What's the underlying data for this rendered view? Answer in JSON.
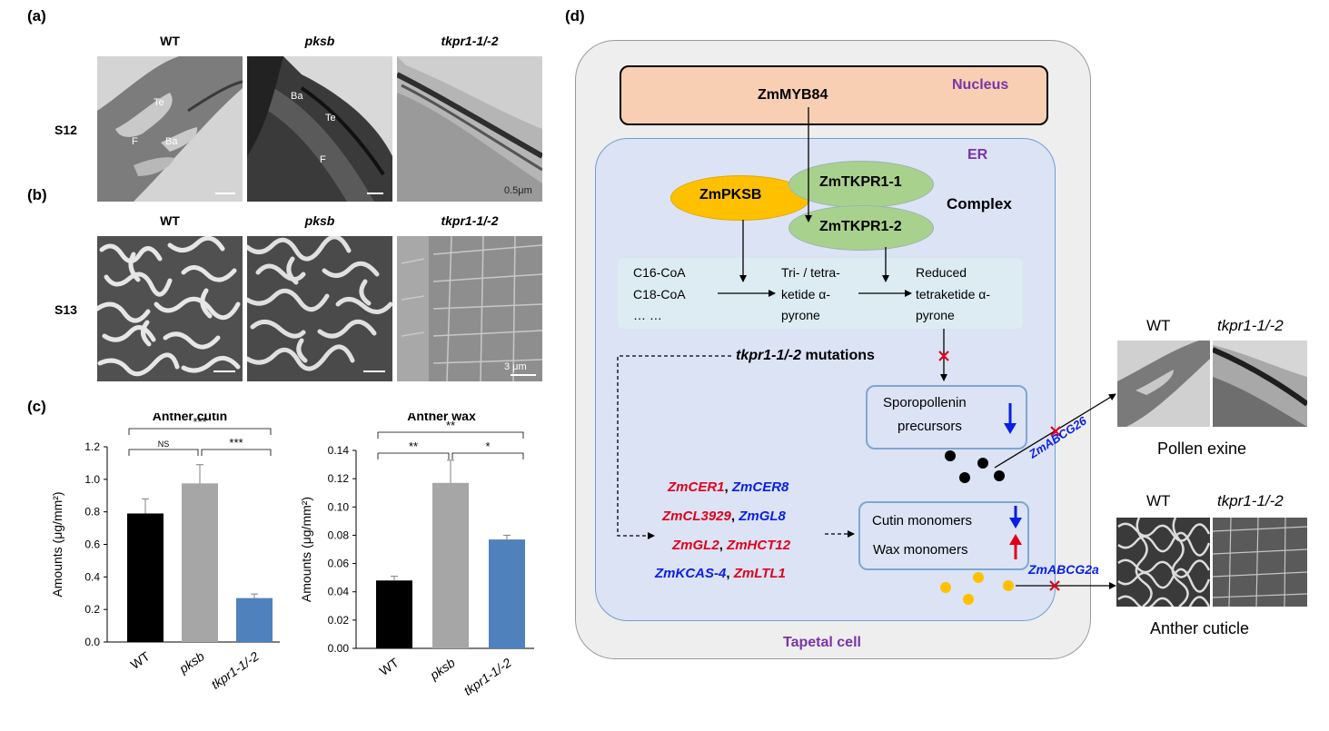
{
  "panels": {
    "a": "(a)",
    "b": "(b)",
    "c": "(c)",
    "d": "(d)"
  },
  "panel_a": {
    "columns": [
      "WT",
      "pksb",
      "tkpr1-1/-2"
    ],
    "row_label": "S12",
    "wt_tags": [
      "Te",
      "F",
      "Ba"
    ],
    "pksb_tags": [
      "Ba",
      "Te",
      "F"
    ],
    "scale": "0.5μm"
  },
  "panel_b": {
    "columns": [
      "WT",
      "pksb",
      "tkpr1-1/-2"
    ],
    "row_label": "S13",
    "scale": "3 μm"
  },
  "chart_data": [
    {
      "type": "bar",
      "title": "Anther cutin",
      "ylabel": "Amounts (μg/mm²)",
      "categories": [
        "WT",
        "pksb",
        "tkpr1-1/-2"
      ],
      "values": [
        0.79,
        0.975,
        0.27
      ],
      "errors": [
        0.09,
        0.115,
        0.025
      ],
      "colors": [
        "#000000",
        "#a6a6a6",
        "#4f81bd"
      ],
      "ylim": [
        0,
        1.2
      ],
      "yticks": [
        "0.0",
        "0.2",
        "0.4",
        "0.6",
        "0.8",
        "1.0",
        "1.2"
      ],
      "significance": [
        {
          "from": 0,
          "to": 2,
          "label": "***"
        },
        {
          "from": 0,
          "to": 1,
          "label": "NS"
        },
        {
          "from": 1,
          "to": 2,
          "label": "***"
        }
      ]
    },
    {
      "type": "bar",
      "title": "Anther wax",
      "ylabel": "Amounts (μg/mm²)",
      "categories": [
        "WT",
        "pksb",
        "tkpr1-1/-2"
      ],
      "values": [
        0.048,
        0.117,
        0.077
      ],
      "errors": [
        0.003,
        0.016,
        0.003
      ],
      "colors": [
        "#000000",
        "#a6a6a6",
        "#4f81bd"
      ],
      "ylim": [
        0,
        0.14
      ],
      "yticks": [
        "0.00",
        "0.02",
        "0.04",
        "0.06",
        "0.08",
        "0.10",
        "0.12",
        "0.14"
      ],
      "significance": [
        {
          "from": 0,
          "to": 2,
          "label": "**"
        },
        {
          "from": 0,
          "to": 1,
          "label": "**"
        },
        {
          "from": 1,
          "to": 2,
          "label": "*"
        }
      ]
    }
  ],
  "model": {
    "nucleus": "Nucleus",
    "myb": "ZmMYB84",
    "er": "ER",
    "pksb": "ZmPKSB",
    "tkpr1": "ZmTKPR1-1",
    "tkpr2": "ZmTKPR1-2",
    "complex": "Complex",
    "substrates": [
      "C16-CoA",
      "C18-CoA",
      "… …"
    ],
    "intermediate": [
      "Tri- / tetra-",
      "ketide α-",
      "pyrone"
    ],
    "product": [
      "Reduced",
      "tetraketide α-",
      "pyrone"
    ],
    "mutation_italic": "tkpr1-1/-2",
    "mutation_rest": " mutations",
    "sporopollenin": [
      "Sporopollenin",
      "precursors"
    ],
    "genes": [
      [
        {
          "t": "ZmCER1",
          "c": "red"
        },
        {
          "t": ", ",
          "c": "black"
        },
        {
          "t": "ZmCER8",
          "c": "blue"
        }
      ],
      [
        {
          "t": "ZmCL3929",
          "c": "red"
        },
        {
          "t": ", ",
          "c": "black"
        },
        {
          "t": "ZmGL8",
          "c": "blue"
        }
      ],
      [
        {
          "t": "ZmGL2",
          "c": "red"
        },
        {
          "t": ", ",
          "c": "black"
        },
        {
          "t": "ZmHCT12",
          "c": "red"
        }
      ],
      [
        {
          "t": "ZmKCAS-4",
          "c": "blue"
        },
        {
          "t": ", ",
          "c": "black"
        },
        {
          "t": "ZmLTL1",
          "c": "red"
        }
      ]
    ],
    "cutin": "Cutin monomers",
    "wax": "Wax monomers",
    "transporter1": "ZmABCG26",
    "transporter2": "ZmABCG2a",
    "tapetal": "Tapetal cell",
    "colors": {
      "nucleus": "#f9cfb3",
      "er": "#dbe3f5",
      "cell": "#eeeeee",
      "pksb": "#ffc000",
      "tkpr": "#a9d18e",
      "pathway_box": "#dcecf2",
      "red": "#e0001b",
      "blue": "#0a1ee6",
      "purple": "#7b34a8"
    }
  },
  "outcomes": {
    "wt1": "WT",
    "mut1": "tkpr1-1/-2",
    "caption1": "Pollen exine",
    "wt2": "WT",
    "mut2": "tkpr1-1/-2",
    "caption2": "Anther cuticle"
  }
}
